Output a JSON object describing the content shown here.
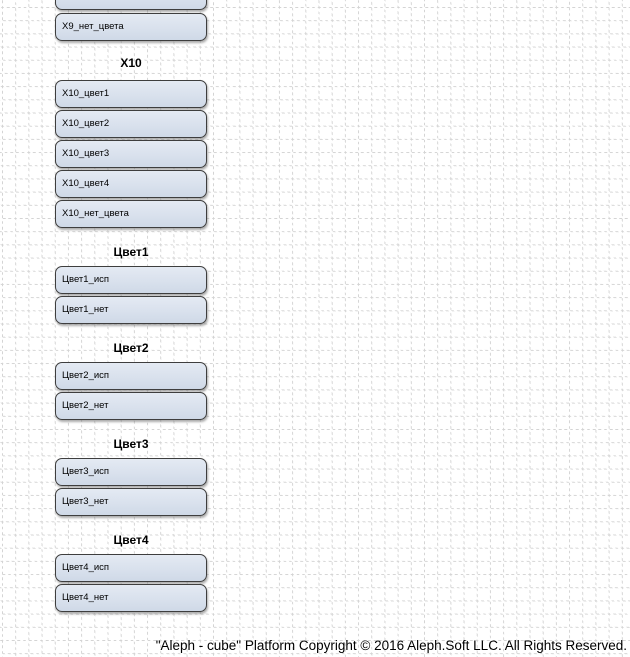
{
  "diagram": {
    "clipped_box_label": "",
    "orphan_item": "X9_нет_цвета",
    "sections": [
      {
        "title": "X10",
        "items": [
          "X10_цвет1",
          "X10_цвет2",
          "X10_цвет3",
          "X10_цвет4",
          "X10_нет_цвета"
        ]
      },
      {
        "title": "Цвет1",
        "items": [
          "Цвет1_исп",
          "Цвет1_нет"
        ]
      },
      {
        "title": "Цвет2",
        "items": [
          "Цвет2_исп",
          "Цвет2_нет"
        ]
      },
      {
        "title": "Цвет3",
        "items": [
          "Цвет3_исп",
          "Цвет3_нет"
        ]
      },
      {
        "title": "Цвет4",
        "items": [
          "Цвет4_исп",
          "Цвет4_нет"
        ]
      }
    ]
  },
  "footer": {
    "text": "\"Aleph - cube\" Platform Copyright © 2016 Aleph.Soft LLC. All Rights Reserved."
  },
  "colors": {
    "box_fill_top": "#e4eaf3",
    "box_fill_bottom": "#cfd9e7",
    "box_border": "#3e3e3e",
    "grid_line": "#d4d4d4",
    "page_background": "#ffffff",
    "text": "#000000"
  }
}
